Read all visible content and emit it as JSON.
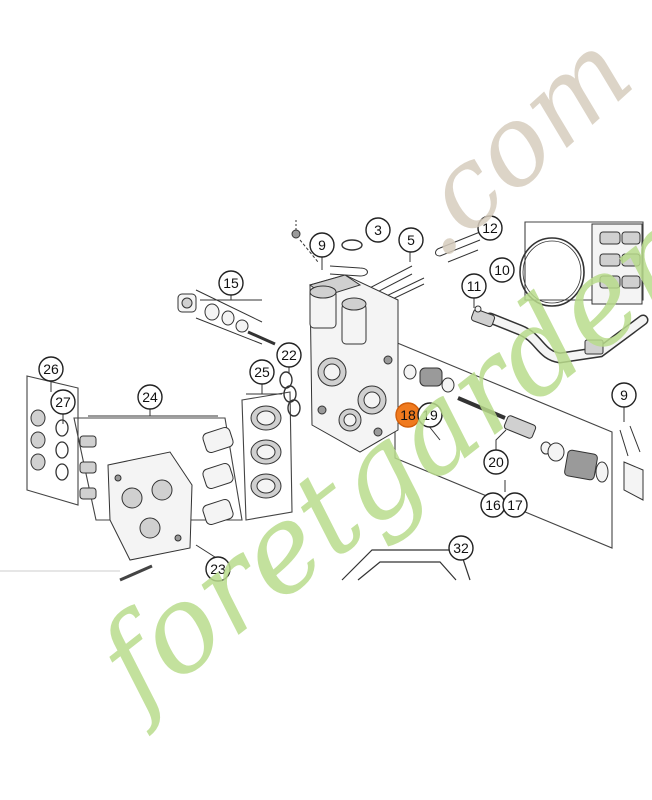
{
  "diagram": {
    "callouts": [
      {
        "id": "c3",
        "label": "3",
        "highlight": false
      },
      {
        "id": "c5",
        "label": "5",
        "highlight": false
      },
      {
        "id": "c9a",
        "label": "9",
        "highlight": false
      },
      {
        "id": "c9b",
        "label": "9",
        "highlight": false
      },
      {
        "id": "c10",
        "label": "10",
        "highlight": false
      },
      {
        "id": "c11",
        "label": "11",
        "highlight": false
      },
      {
        "id": "c12",
        "label": "12",
        "highlight": false
      },
      {
        "id": "c15",
        "label": "15",
        "highlight": false
      },
      {
        "id": "c16",
        "label": "16",
        "highlight": false
      },
      {
        "id": "c17",
        "label": "17",
        "highlight": false
      },
      {
        "id": "c18",
        "label": "18",
        "highlight": true
      },
      {
        "id": "c19",
        "label": "19",
        "highlight": false
      },
      {
        "id": "c20",
        "label": "20",
        "highlight": false
      },
      {
        "id": "c22",
        "label": "22",
        "highlight": false
      },
      {
        "id": "c23",
        "label": "23",
        "highlight": false
      },
      {
        "id": "c24",
        "label": "24",
        "highlight": false
      },
      {
        "id": "c25",
        "label": "25",
        "highlight": false
      },
      {
        "id": "c26",
        "label": "26",
        "highlight": false
      },
      {
        "id": "c27",
        "label": "27",
        "highlight": false
      },
      {
        "id": "c32",
        "label": "32",
        "highlight": false
      }
    ],
    "highlight_color": "#f07a1e"
  },
  "watermark": {
    "text_main": "foretgarden",
    "text_domain": ".com",
    "colors": {
      "green": "#b9dc8c",
      "orange": "#f4b977",
      "tan": "#d7cdbe"
    }
  }
}
